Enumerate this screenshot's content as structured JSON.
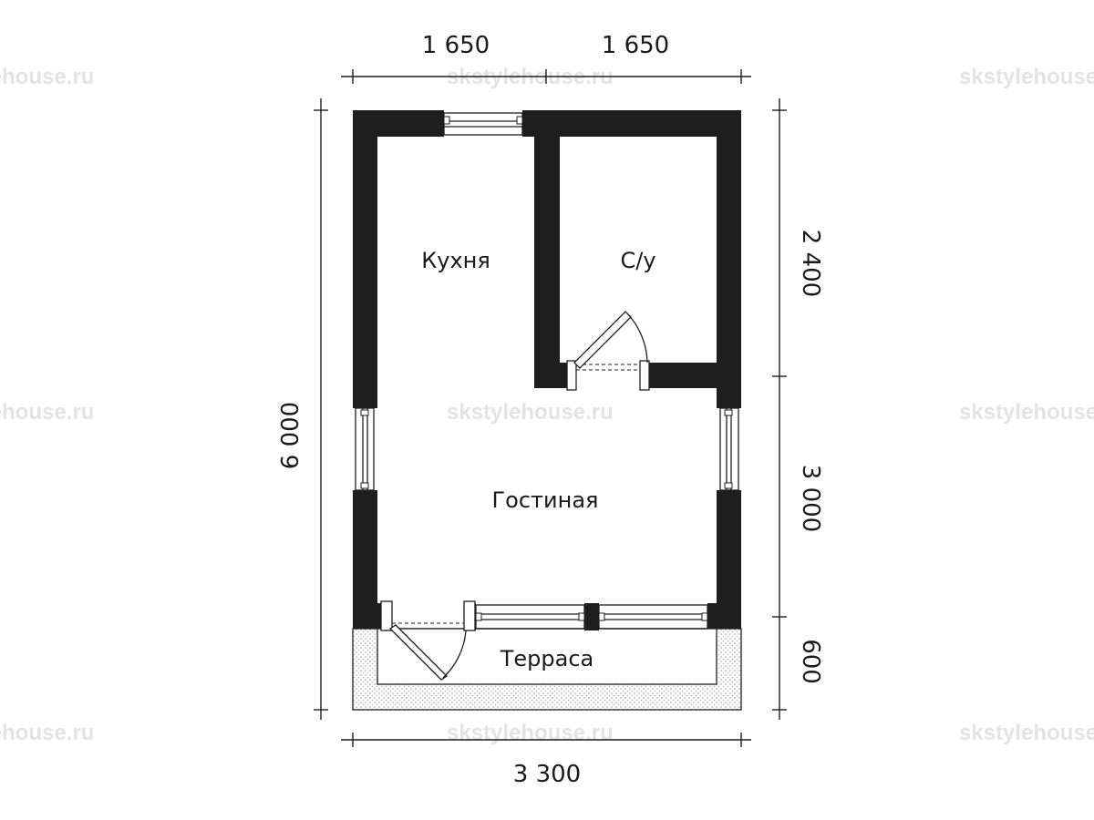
{
  "watermark": "skstylehouse.ru",
  "watermark_left": "lehouse.ru",
  "dimensions": {
    "top_left": "1 650",
    "top_right": "1 650",
    "bottom_total": "3 300",
    "left_total": "6 000",
    "right_top": "2 400",
    "right_middle": "3 000",
    "right_bottom": "600"
  },
  "rooms": {
    "kitchen": "Кухня",
    "bathroom": "С/у",
    "living": "Гостиная",
    "terrace": "Терраса"
  },
  "colors": {
    "wall": "#1e1e1e",
    "watermark": "#e3e3e3",
    "terrace_hatch": "#9a9a9a"
  }
}
